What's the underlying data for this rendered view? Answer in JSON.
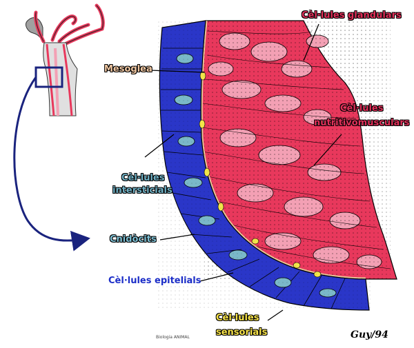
{
  "labels": {
    "glandular": "Cèl·lules glandulars",
    "nutritive_line1": "Cèl·lules",
    "nutritive_line2": "nutritivomusculars",
    "mesoglea": "Mesoglea",
    "interstitial_line1": "Cèl·lules",
    "interstitial_line2": "intersticials",
    "cnidocytes": "Cnidòcits",
    "epithelial": "Cèl·lules epitelials",
    "sensory_line1": "Cèl·lules",
    "sensory_line2": "sensorials"
  },
  "signature": "Guy/94",
  "credit": "Biologia ANIMAL",
  "colors": {
    "epidermis": "#2a36c8",
    "gastrodermis": "#e8385c",
    "gastrodermis_light": "#f3a0b4",
    "mesoglea": "#e9c79a",
    "interstitial": "#7ab8c8",
    "sensory": "#f3e64a",
    "arrow": "#1a237e"
  }
}
